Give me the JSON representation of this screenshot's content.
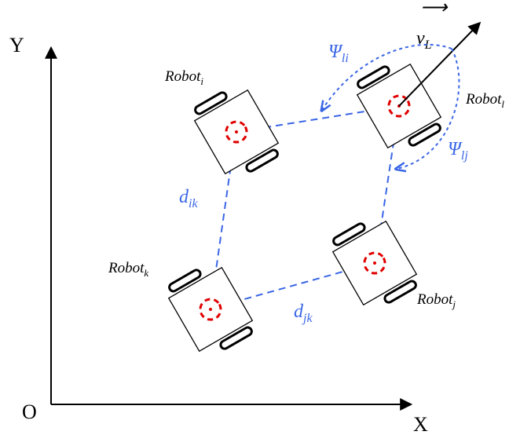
{
  "axes": {
    "x_label": "X",
    "y_label": "Y",
    "origin_label": "O"
  },
  "robots": {
    "i": {
      "name": "Robot",
      "sub": "i"
    },
    "l": {
      "name": "Robot",
      "sub": "l"
    },
    "k": {
      "name": "Robot",
      "sub": "k"
    },
    "j": {
      "name": "Robot",
      "sub": "j"
    }
  },
  "labels": {
    "velocity": {
      "main": "v",
      "sub": "L",
      "vector_mark": "⟶"
    },
    "psi_li": {
      "main": "Ψ",
      "sub": "li"
    },
    "psi_lj": {
      "main": "Ψ",
      "sub": "lj"
    },
    "d_ik": {
      "main": "d",
      "sub": "ik"
    },
    "d_jk": {
      "main": "d",
      "sub": "jk"
    }
  },
  "colors": {
    "axis": "#000000",
    "link": "#3a66e6",
    "robot_center": "#e00000",
    "robot_body": "#000000",
    "label_math": "#3a66e6"
  }
}
